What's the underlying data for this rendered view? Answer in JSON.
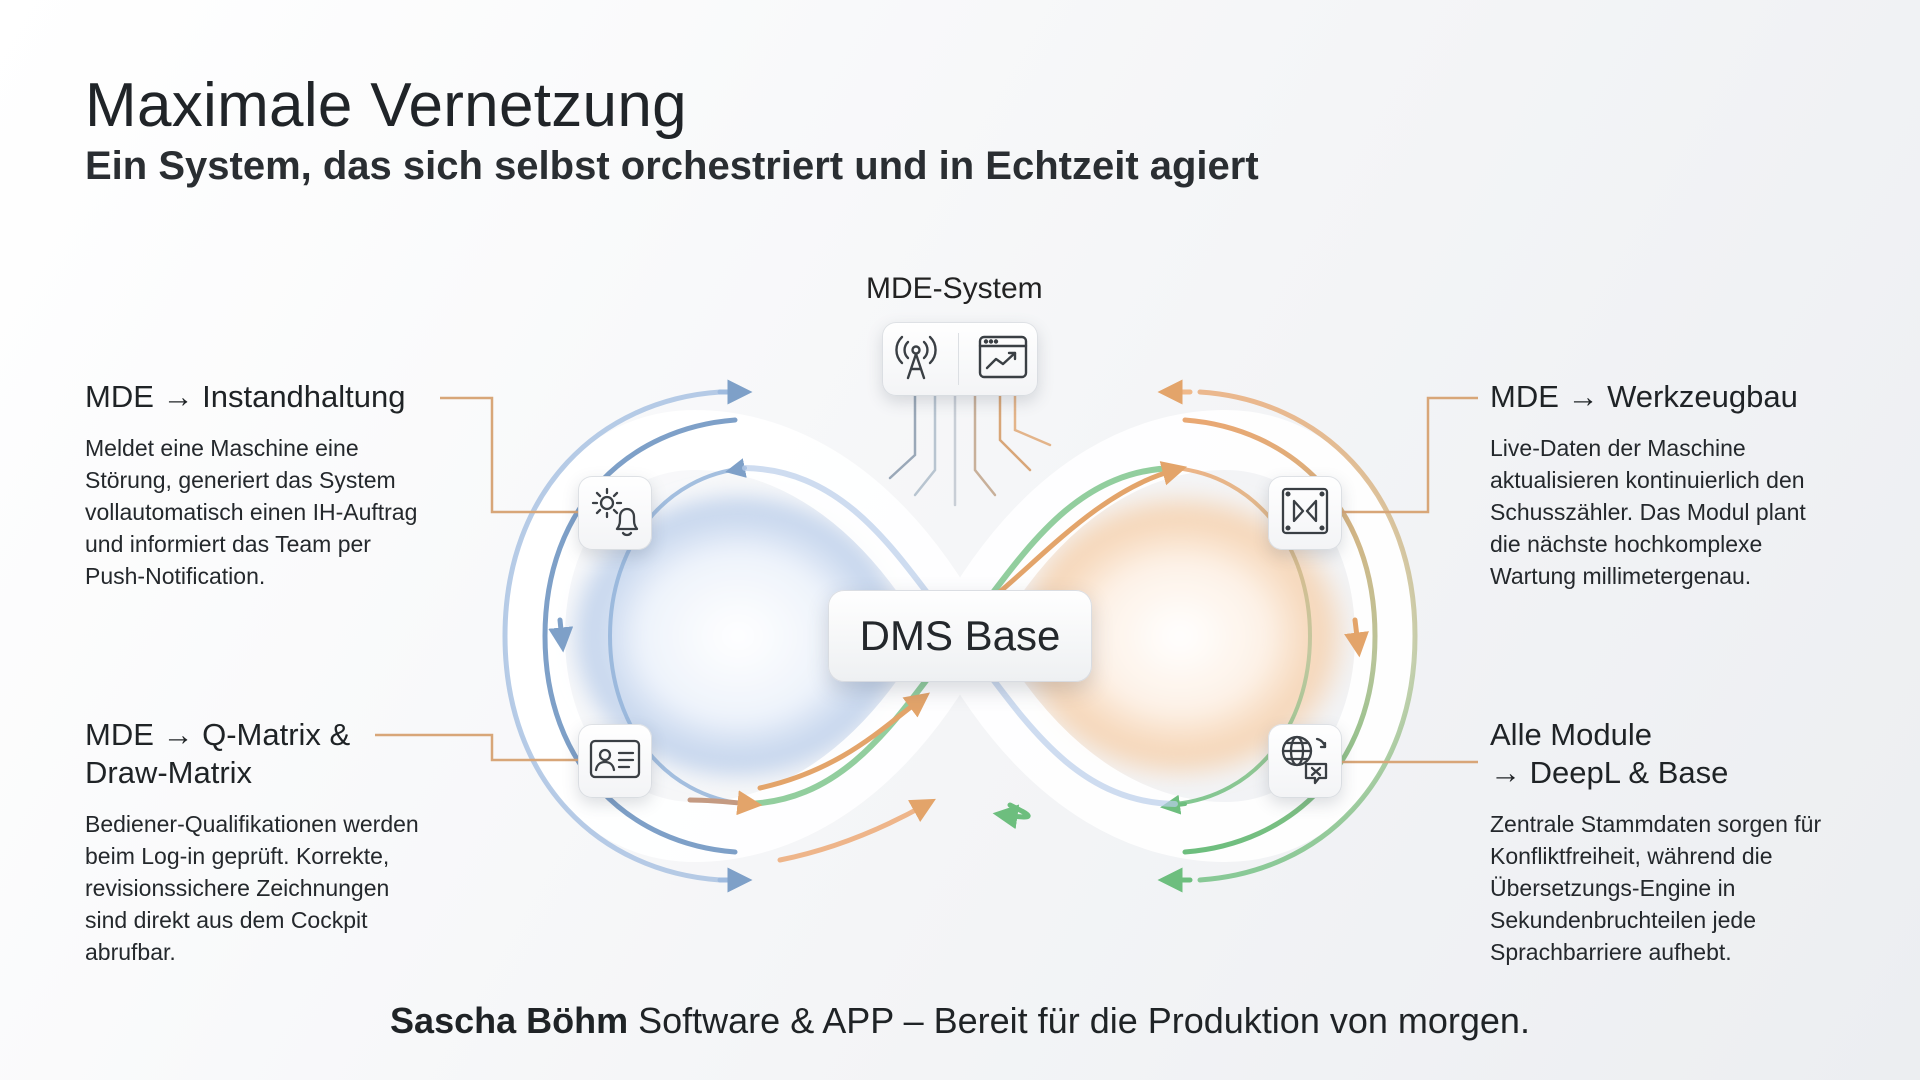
{
  "title": "Maximale Vernetzung",
  "subtitle": "Ein System, das sich selbst orchestriert und in Echtzeit agiert",
  "top_node": {
    "label": "MDE-System",
    "icons": [
      "antenna-icon",
      "chart-window-icon"
    ]
  },
  "center_node": {
    "label": "DMS Base"
  },
  "sections": [
    {
      "id": "instandhaltung",
      "head_lines": [
        "MDE → Instandhaltung"
      ],
      "text_lines": [
        "Meldet eine Maschine eine",
        "Störung, generiert das System",
        "vollautomatisch einen IH-Auftrag",
        "und informiert das Team per",
        "Push-Notification."
      ],
      "icon": "gear-bell-icon"
    },
    {
      "id": "werkzeugbau",
      "head_lines": [
        "MDE → Werkzeugbau"
      ],
      "text_lines": [
        "Live-Daten der Maschine",
        "aktualisieren kontinuierlich den",
        "Schusszähler. Das Modul plant",
        "die nächste hochkomplexe",
        "Wartung millimetergenau."
      ],
      "icon": "tool-mold-icon"
    },
    {
      "id": "qmatrix",
      "head_lines": [
        "MDE → Q-Matrix &",
        "Draw-Matrix"
      ],
      "text_lines": [
        "Bediener-Qualifikationen werden",
        "beim Log-in geprüft. Korrekte,",
        "revisionssichere Zeichnungen",
        "sind direkt aus dem Cockpit",
        "abrufbar."
      ],
      "icon": "id-card-icon"
    },
    {
      "id": "deepl",
      "head_lines": [
        "Alle Module",
        "→ DeepL & Base"
      ],
      "text_lines": [
        "Zentrale Stammdaten sorgen für",
        "Konfliktfreiheit, während die",
        "Übersetzungs-Engine in",
        "Sekundenbruchteilen jede",
        "Sprachbarriere aufhebt."
      ],
      "icon": "translate-globe-icon"
    }
  ],
  "footer": {
    "brand": "Sascha Böhm",
    "tagline": " Software & APP – Bereit für die Produktion von morgen."
  },
  "colors": {
    "blue_loop": "#7a9cc4",
    "orange_loop": "#e3a46a",
    "green_loop": "#6dbe7e",
    "connector": "#d8a678",
    "text": "#1f2326"
  }
}
